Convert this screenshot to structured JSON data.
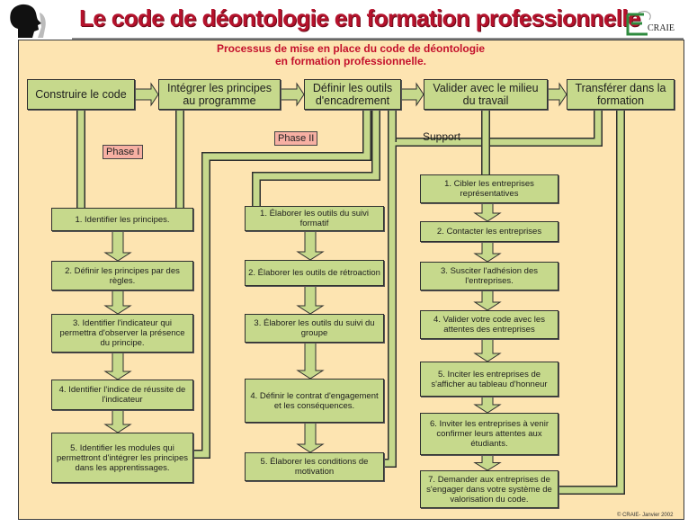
{
  "header": {
    "title": "Le code de déontologie en formation professionnelle",
    "logo_text": "CRAIE"
  },
  "diagram": {
    "subtitle_line1": "Processus de mise en place du code de déontologie",
    "subtitle_line2": "en formation professionnelle.",
    "top_steps": [
      "Construire le code",
      "Intégrer les principes au programme",
      "Définir les outils d'encadrement",
      "Valider avec le milieu du travail",
      "Transférer dans la formation"
    ],
    "phase1_label": "Phase I",
    "phase2_label": "Phase II",
    "support_label": "Support",
    "phase1_steps": [
      "1. Identifier les principes.",
      "2. Définir les principes par des règles.",
      "3. Identifier l'indicateur qui permettra d'observer la présence du principe.",
      "4. Identifier l'indice de réussite de l'indicateur",
      "5. Identifier les modules qui permettront d'intégrer les principes dans les apprentissages."
    ],
    "phase2_steps": [
      "1. Élaborer les outils du suivi formatif",
      "2. Élaborer les outils de rétroaction",
      "3. Élaborer les outils du suivi du groupe",
      "4. Définir le contrat d'engagement et les conséquences.",
      "5. Élaborer les conditions de motivation"
    ],
    "validation_steps": [
      "1. Cibler les entreprises représentatives",
      "2. Contacter les entreprises",
      "3. Susciter l'adhésion des l'entreprises.",
      "4. Valider votre code avec les attentes des entreprises",
      "5. Inciter les entreprises de s'afficher au tableau d'honneur",
      "6. Inviter les entreprises à venir confirmer leurs attentes aux étudiants.",
      "7. Demander aux entreprises de s'engager dans votre système de valorisation du code."
    ],
    "copyright": "© CRAIE- Janvier 2002"
  },
  "colors": {
    "title": "#b5122c",
    "panel": "#fde4b1",
    "box": "#c6d98c",
    "phase": "#f7b0a3"
  }
}
